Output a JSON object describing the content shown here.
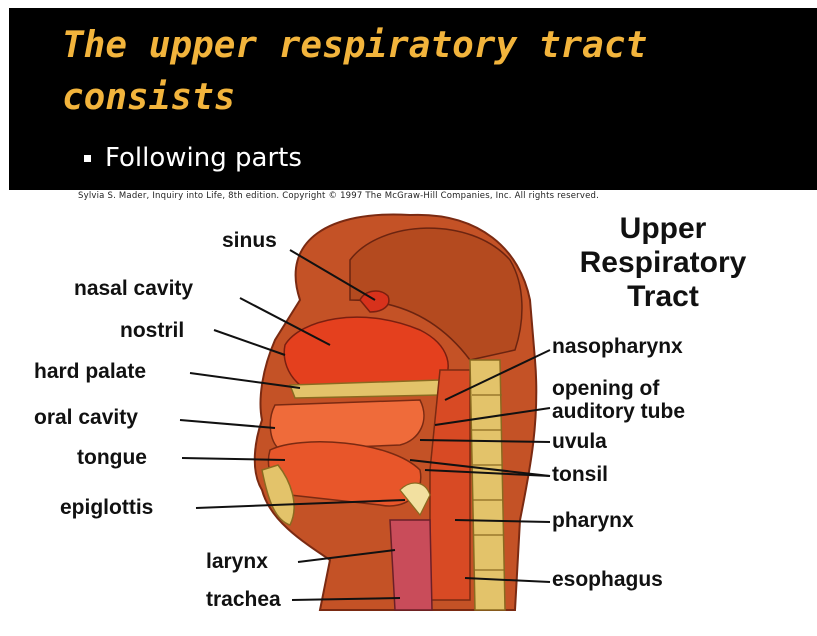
{
  "slide": {
    "title": "The upper respiratory tract consists",
    "bullet": "Following parts",
    "copyright": "Sylvia S. Mader, Inquiry into Life, 8th edition. Copyright © 1997 The McGraw-Hill Companies, Inc. All rights reserved."
  },
  "diagram": {
    "heading": [
      "Upper",
      "Respiratory",
      "Tract"
    ],
    "labels": {
      "sinus": "sinus",
      "nasal_cavity": "nasal cavity",
      "nostril": "nostril",
      "hard_palate": "hard palate",
      "oral_cavity": "oral cavity",
      "tongue": "tongue",
      "epiglottis": "epiglottis",
      "larynx": "larynx",
      "trachea": "trachea",
      "nasopharynx": "nasopharynx",
      "opening_of_auditory_tube": [
        "opening of",
        "auditory tube"
      ],
      "uvula": "uvula",
      "tonsil": "tonsil",
      "pharynx": "pharynx",
      "esophagus": "esophagus"
    }
  },
  "colors": {
    "header_bg": "#000000",
    "title": "#f2b43c",
    "tissue": "#e05a2a",
    "bone": "#e3c36a",
    "skin": "#b04a28"
  }
}
